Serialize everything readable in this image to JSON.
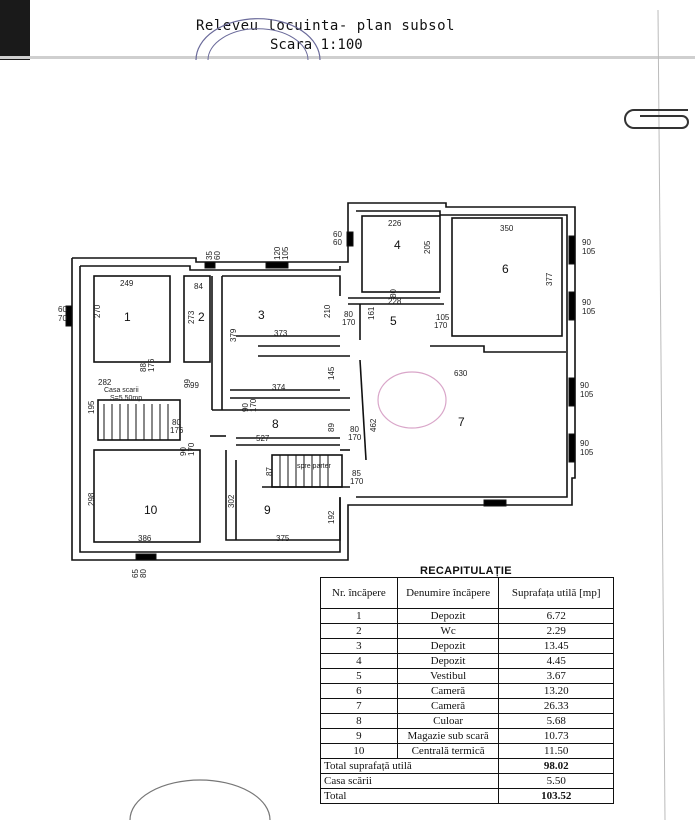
{
  "header": {
    "title": "Releveu locuinta- plan subsol",
    "subtitle": "Scara 1:100"
  },
  "plan": {
    "rooms": [
      {
        "id": "1",
        "label": "1"
      },
      {
        "id": "2",
        "label": "2"
      },
      {
        "id": "3",
        "label": "3"
      },
      {
        "id": "4",
        "label": "4"
      },
      {
        "id": "5",
        "label": "5"
      },
      {
        "id": "6",
        "label": "6"
      },
      {
        "id": "7",
        "label": "7"
      },
      {
        "id": "8",
        "label": "8"
      },
      {
        "id": "9",
        "label": "9"
      },
      {
        "id": "10",
        "label": "10"
      }
    ],
    "stair_label_1": "Casa scarii",
    "stair_label_2": "S=5.50mp",
    "stair_down_label": "spre parter",
    "dimensions": [
      "249",
      "270",
      "84",
      "273",
      "373",
      "210",
      "379",
      "226",
      "205",
      "350",
      "377",
      "228",
      "161",
      "630",
      "462",
      "374",
      "145",
      "527",
      "87",
      "192",
      "298",
      "386",
      "302",
      "375",
      "195",
      "282",
      "99",
      "60",
      "70",
      "35",
      "60",
      "120",
      "105",
      "60",
      "60",
      "90",
      "105",
      "90",
      "105",
      "80",
      "170",
      "105",
      "170",
      "90",
      "105",
      "90",
      "105",
      "90",
      "170",
      "89",
      "80",
      "170",
      "85",
      "170",
      "88",
      "176",
      "80",
      "176",
      "65",
      "80",
      "99",
      "80",
      "90",
      "170"
    ]
  },
  "recap": {
    "title": "RECAPITULAȚIE",
    "headers": [
      "Nr. încăpere",
      "Denumire încăpere",
      "Suprafața utilă [mp]"
    ],
    "rows": [
      {
        "nr": "1",
        "name": "Depozit",
        "area": "6.72"
      },
      {
        "nr": "2",
        "name": "Wc",
        "area": "2.29"
      },
      {
        "nr": "3",
        "name": "Depozit",
        "area": "13.45"
      },
      {
        "nr": "4",
        "name": "Depozit",
        "area": "4.45"
      },
      {
        "nr": "5",
        "name": "Vestibul",
        "area": "3.67"
      },
      {
        "nr": "6",
        "name": "Cameră",
        "area": "13.20"
      },
      {
        "nr": "7",
        "name": "Cameră",
        "area": "26.33"
      },
      {
        "nr": "8",
        "name": "Culoar",
        "area": "5.68"
      },
      {
        "nr": "9",
        "name": "Magazie sub scară",
        "area": "10.73"
      },
      {
        "nr": "10",
        "name": "Centrală termică",
        "area": "11.50"
      }
    ],
    "total_useful_label": "Total suprafață utilă",
    "total_useful_value": "98.02",
    "stair_label": "Casa scării",
    "stair_value": "5.50",
    "total_label": "Total",
    "total_value": "103.52"
  }
}
